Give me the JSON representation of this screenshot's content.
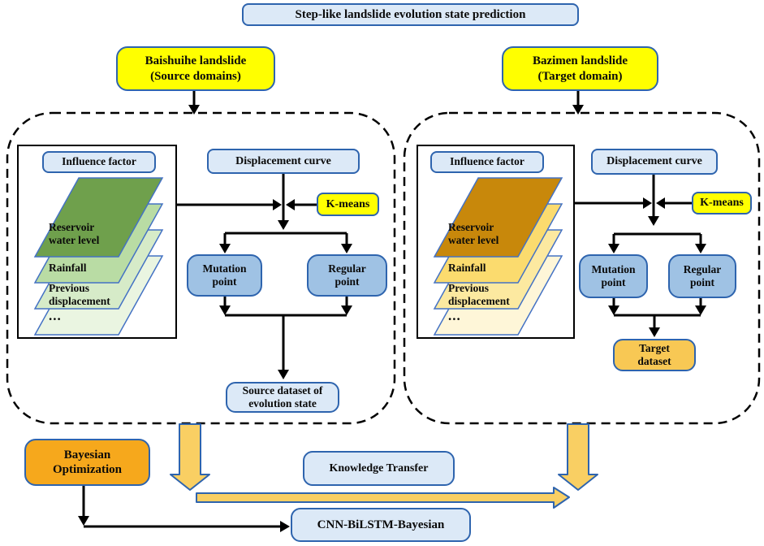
{
  "title": "Step-like landslide evolution state prediction",
  "source": {
    "label": "Baishuihe landslide\n(Source domains)"
  },
  "target": {
    "label": "Bazimen landslide\n(Target domain)"
  },
  "left_panel": {
    "influence_factor": "Influence factor",
    "layers": [
      "Reservoir\nwater level",
      "Rainfall",
      "Previous\ndisplacement",
      "..."
    ],
    "displacement_curve": "Displacement curve",
    "kmeans": "K-means",
    "mutation_point": "Mutation\npoint",
    "regular_point": "Regular\npoint",
    "dataset": "Source dataset of\nevolution state"
  },
  "right_panel": {
    "influence_factor": "Influence factor",
    "layers": [
      "Reservoir\nwater level",
      "Rainfall",
      "Previous\ndisplacement",
      "..."
    ],
    "displacement_curve": "Displacement curve",
    "kmeans": "K-means",
    "mutation_point": "Mutation\npoint",
    "regular_point": "Regular\npoint",
    "dataset": "Target\ndataset"
  },
  "bottom": {
    "bayesian_optimization": "Bayesian\nOptimization",
    "knowledge_transfer": "Knowledge Transfer",
    "model": "CNN-BiLSTM-Bayesian"
  },
  "colors": {
    "light_blue_fill": "#DCE9F7",
    "blue_border": "#2E64AE",
    "yellow": "#FFFF00",
    "mid_blue_fill": "#9FC2E4",
    "orange": "#F6A81C",
    "gold": "#F8C854",
    "arrow_gold": "#F9CF63",
    "green_0": "#6FA04C",
    "green_1": "#B9DCA4",
    "green_2": "#D6EBC8",
    "green_3": "#EAF5E1",
    "gold_0": "#C8880B",
    "gold_1": "#FBDB6E",
    "gold_2": "#FCE9A0",
    "gold_3": "#FEF6D8"
  }
}
